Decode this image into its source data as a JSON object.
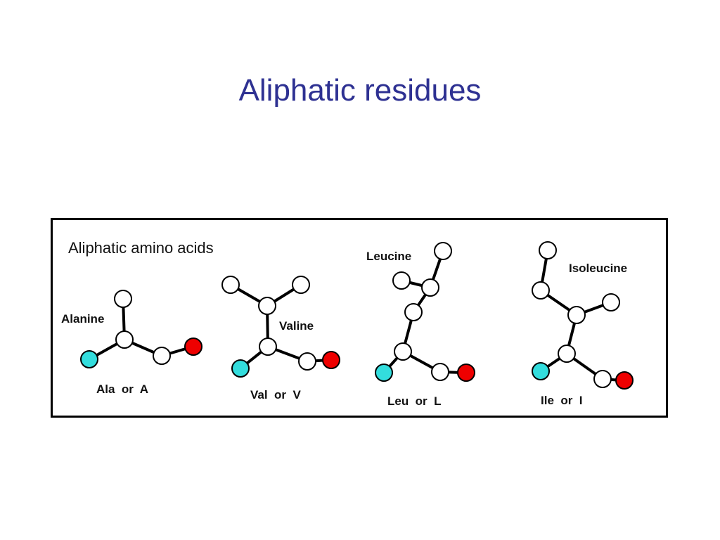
{
  "slide": {
    "title": "Aliphatic residues"
  },
  "figure": {
    "heading": "Aliphatic amino acids",
    "colors": {
      "carbon": "#ffffff",
      "nitrogen": "#33dddd",
      "oxygen": "#ee0000",
      "outline": "#000000",
      "title": "#2e3192"
    },
    "molecules": [
      {
        "name": "Alanine",
        "code": "Ala  or  A"
      },
      {
        "name": "Valine",
        "code": "Val  or  V"
      },
      {
        "name": "Leucine",
        "code": "Leu  or  L"
      },
      {
        "name": "Isoleucine",
        "code": "Ile  or  I"
      }
    ]
  }
}
